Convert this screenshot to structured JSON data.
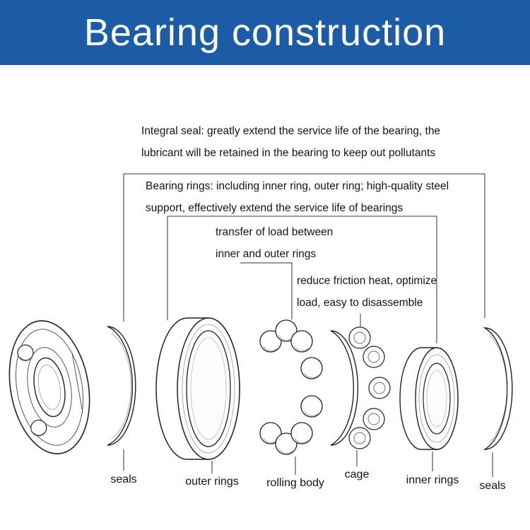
{
  "header": {
    "title": "Bearing construction"
  },
  "colors": {
    "banner_bg": "#1c5ba6",
    "banner_text": "#ffffff",
    "diagram_line": "#333333",
    "body_text": "#151515"
  },
  "annotations": {
    "integral_seal": {
      "line1": "Integral seal: greatly extend the service life of the bearing, the",
      "line2": "lubricant will be retained in the bearing to keep out pollutants"
    },
    "bearing_rings": {
      "line1": "Bearing rings: including inner ring, outer ring; high-quality steel",
      "line2": "support, effectively extend the service life of bearings"
    },
    "rolling_body": {
      "line1": "transfer of load between",
      "line2": "inner and outer rings"
    },
    "cage": {
      "line1": "reduce friction heat, optimize",
      "line2": "load, easy to disassemble"
    }
  },
  "part_labels": {
    "seals_left": "seals",
    "outer_rings": "outer rings",
    "rolling_body": "rolling body",
    "cage": "cage",
    "inner_rings": "inner rings",
    "seals_right": "seals"
  }
}
